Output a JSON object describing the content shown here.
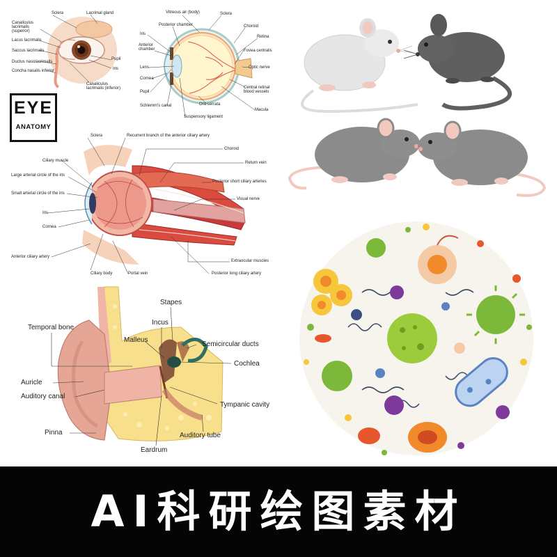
{
  "lacrimal_panel": {
    "labels": [
      "Sclera",
      "Lacrimal gland",
      "Canaliculus lacrimalis (superior)",
      "Lacus lacrimalis",
      "Saccus lacrimalis",
      "Ductus nasolacrimalis",
      "Concha nasalis inferior",
      "Pupil",
      "Iris",
      "Canaliculus lacrimalis (inferior)"
    ]
  },
  "eyeball_panel": {
    "labels": [
      "Vitreous air (body)",
      "Sclera",
      "Posterior chamber",
      "Choroid",
      "Iris",
      "Retina",
      "Anterior chamber",
      "Fovea centralis",
      "Lens",
      "Optic nerve",
      "Cornea",
      "Central retinal blood vessels",
      "Pupil",
      "Ora serrata",
      "Schlemm's canal",
      "Macula",
      "Suspensory ligament"
    ]
  },
  "badge": {
    "line1": "EYE",
    "line2": "ANATOMY"
  },
  "muscle_panel": {
    "labels": [
      "Sclera",
      "Recurrent branch of the anterior ciliary artery",
      "Choroid",
      "Ciliary muscle",
      "Return vein",
      "Large arterial circle of the iris",
      "Posterior short ciliary arteries",
      "Small arterial circle of the iris",
      "Visual nerve",
      "Iris",
      "Cornea",
      "Extraocular muscles",
      "Anterior ciliary artery",
      "Ciliary body",
      "Portal vein",
      "Posterior long ciliary artery"
    ]
  },
  "ear_panel": {
    "labels": [
      "Stapes",
      "Incus",
      "Temporal bone",
      "Malleus",
      "Semicircular ducts",
      "Cochlea",
      "Auricle",
      "Auditory canal",
      "Tympanic cavity",
      "Pinna",
      "Auditory tube",
      "Eardrum"
    ]
  },
  "banner": {
    "text": "AI科研绘图素材",
    "background": "#050505",
    "color": "#ffffff"
  },
  "colors": {
    "mouse_white": "#e6e6e6",
    "mouse_dark": "#5f5f5f",
    "rat_grey": "#8b8b8b",
    "rat_tail": "#f1c9bf",
    "virus_green": "#7cb83a",
    "virus_purple": "#7d3a9a",
    "bacteria_blue": "#5b83c4",
    "cell_orange": "#f08a2a",
    "cell_yellow": "#f6c73a"
  }
}
